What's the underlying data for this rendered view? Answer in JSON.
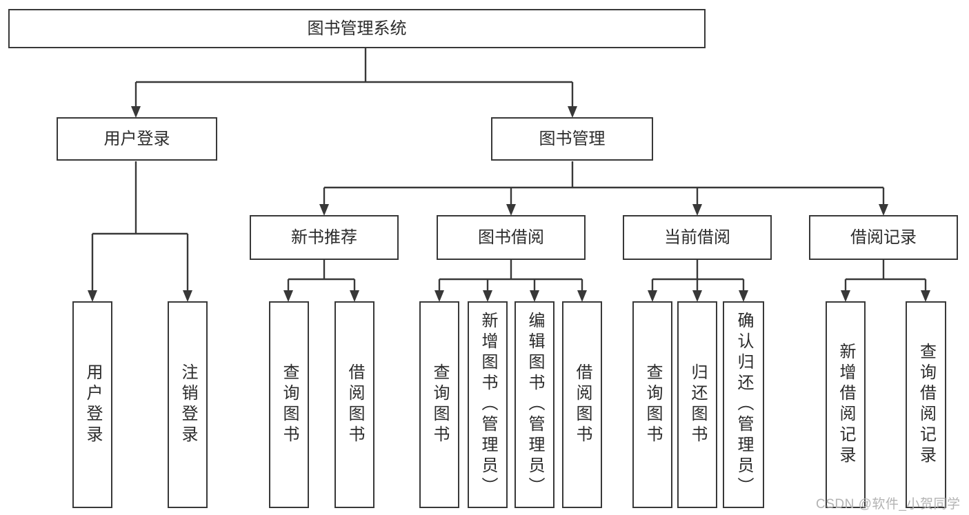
{
  "tree": {
    "label": "图书管理系统",
    "children": [
      {
        "label": "用户登录",
        "children": [
          {
            "label": "用户登录"
          },
          {
            "label": "注销登录"
          }
        ]
      },
      {
        "label": "图书管理",
        "children": [
          {
            "label": "新书推荐",
            "children": [
              {
                "label": "查询图书"
              },
              {
                "label": "借阅图书"
              }
            ]
          },
          {
            "label": "图书借阅",
            "children": [
              {
                "label": "查询图书"
              },
              {
                "label": "新增图书（管理员）"
              },
              {
                "label": "编辑图书（管理员）"
              },
              {
                "label": "借阅图书"
              }
            ]
          },
          {
            "label": "当前借阅",
            "children": [
              {
                "label": "查询图书"
              },
              {
                "label": "归还图书"
              },
              {
                "label": "确认归还（管理员）"
              }
            ]
          },
          {
            "label": "借阅记录",
            "children": [
              {
                "label": "新增借阅记录"
              },
              {
                "label": "查询借阅记录"
              }
            ]
          }
        ]
      }
    ]
  },
  "watermark": "CSDN @软件_小贺同学",
  "colors": {
    "line": "#383838",
    "box_border": "#383838",
    "text": "#2b2b2b",
    "watermark": "#b3b3b3",
    "background": "#ffffff"
  }
}
